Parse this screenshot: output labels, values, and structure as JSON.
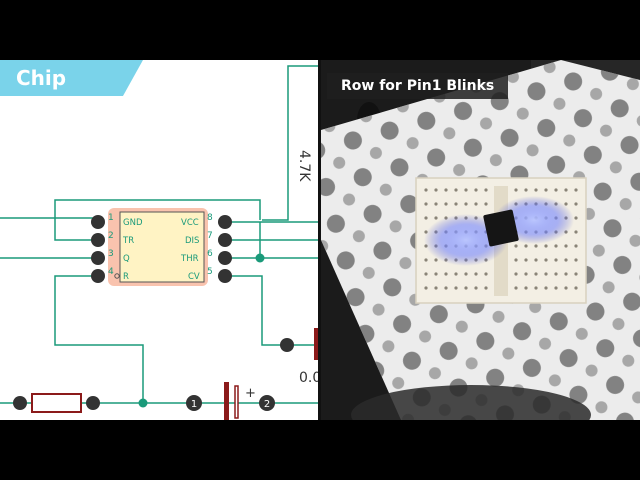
{
  "chip_banner": {
    "label": "Chip"
  },
  "photo_caption": {
    "label": "Row for Pin1 Blinks"
  },
  "ic": {
    "left_pins": [
      {
        "number": "1",
        "label": "GND"
      },
      {
        "number": "2",
        "label": "TR"
      },
      {
        "number": "3",
        "label": "Q"
      },
      {
        "number": "4",
        "label": "R"
      }
    ],
    "right_pins": [
      {
        "number": "8",
        "label": "VCC"
      },
      {
        "number": "7",
        "label": "DIS"
      },
      {
        "number": "6",
        "label": "THR"
      },
      {
        "number": "5",
        "label": "CV"
      }
    ]
  },
  "resistor_value": "4.7K",
  "partial_label": "0.0",
  "capacitor": {
    "pin_minus": "1",
    "pin_plus": "2",
    "polarity": "+"
  },
  "colors": {
    "banner": "#7ad3ea",
    "chip_fill": "#fff3c4",
    "chip_glow": "#f8b8a0",
    "pin_text": "#1a9a7a",
    "wire": "#1a9a7a",
    "component": "#8b1a1a"
  }
}
